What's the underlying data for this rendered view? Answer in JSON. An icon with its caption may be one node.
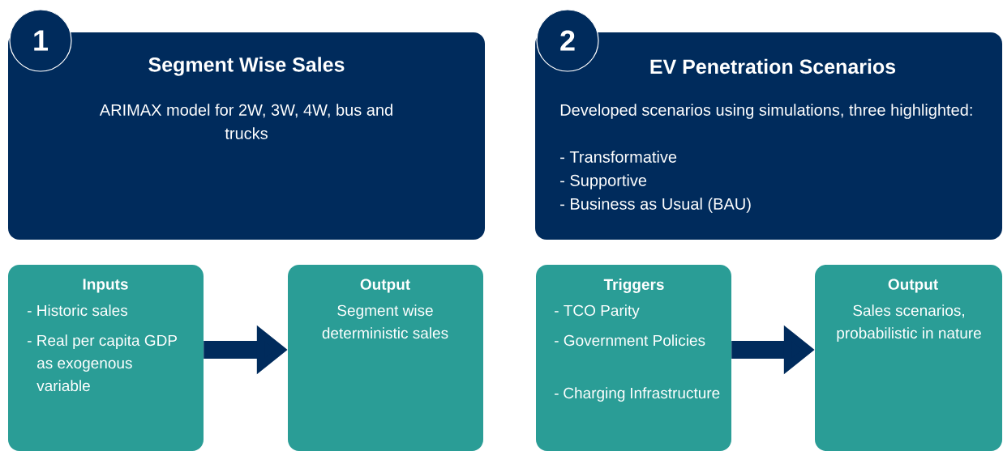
{
  "diagram": {
    "nodes": [
      {
        "text": [
          "Segment Wise Sales",
          "ARIMAX model for 2W, 3W, 4W, bus and trucks"
        ]
      },
      {
        "text": [
          "1"
        ]
      },
      {
        "text": [
          "EV Penetration Scenarios",
          "Developed scenarios using simulations, three highlighted:",
          "- Transformative",
          "- Supportive",
          "- Business as Usual (BAU)"
        ]
      },
      {
        "text": [
          "2"
        ]
      },
      {
        "text": [
          "Inputs",
          "- Historic sales",
          "- Real per capita GDP as exogenous variable"
        ]
      },
      {
        "text": [
          "Output",
          "Segment wise deterministic sales"
        ]
      },
      {
        "text": [
          "Triggers",
          "- TCO Parity",
          "- Government Policies",
          "- Charging Infrastructure"
        ]
      },
      {
        "text": [
          "Output",
          "Sales scenarios, probabilistic in nature"
        ]
      }
    ],
    "edges": [
      {
        "from": 4,
        "to": 5,
        "arrow": "to"
      },
      {
        "from": 6,
        "to": 7,
        "arrow": "to"
      }
    ]
  }
}
